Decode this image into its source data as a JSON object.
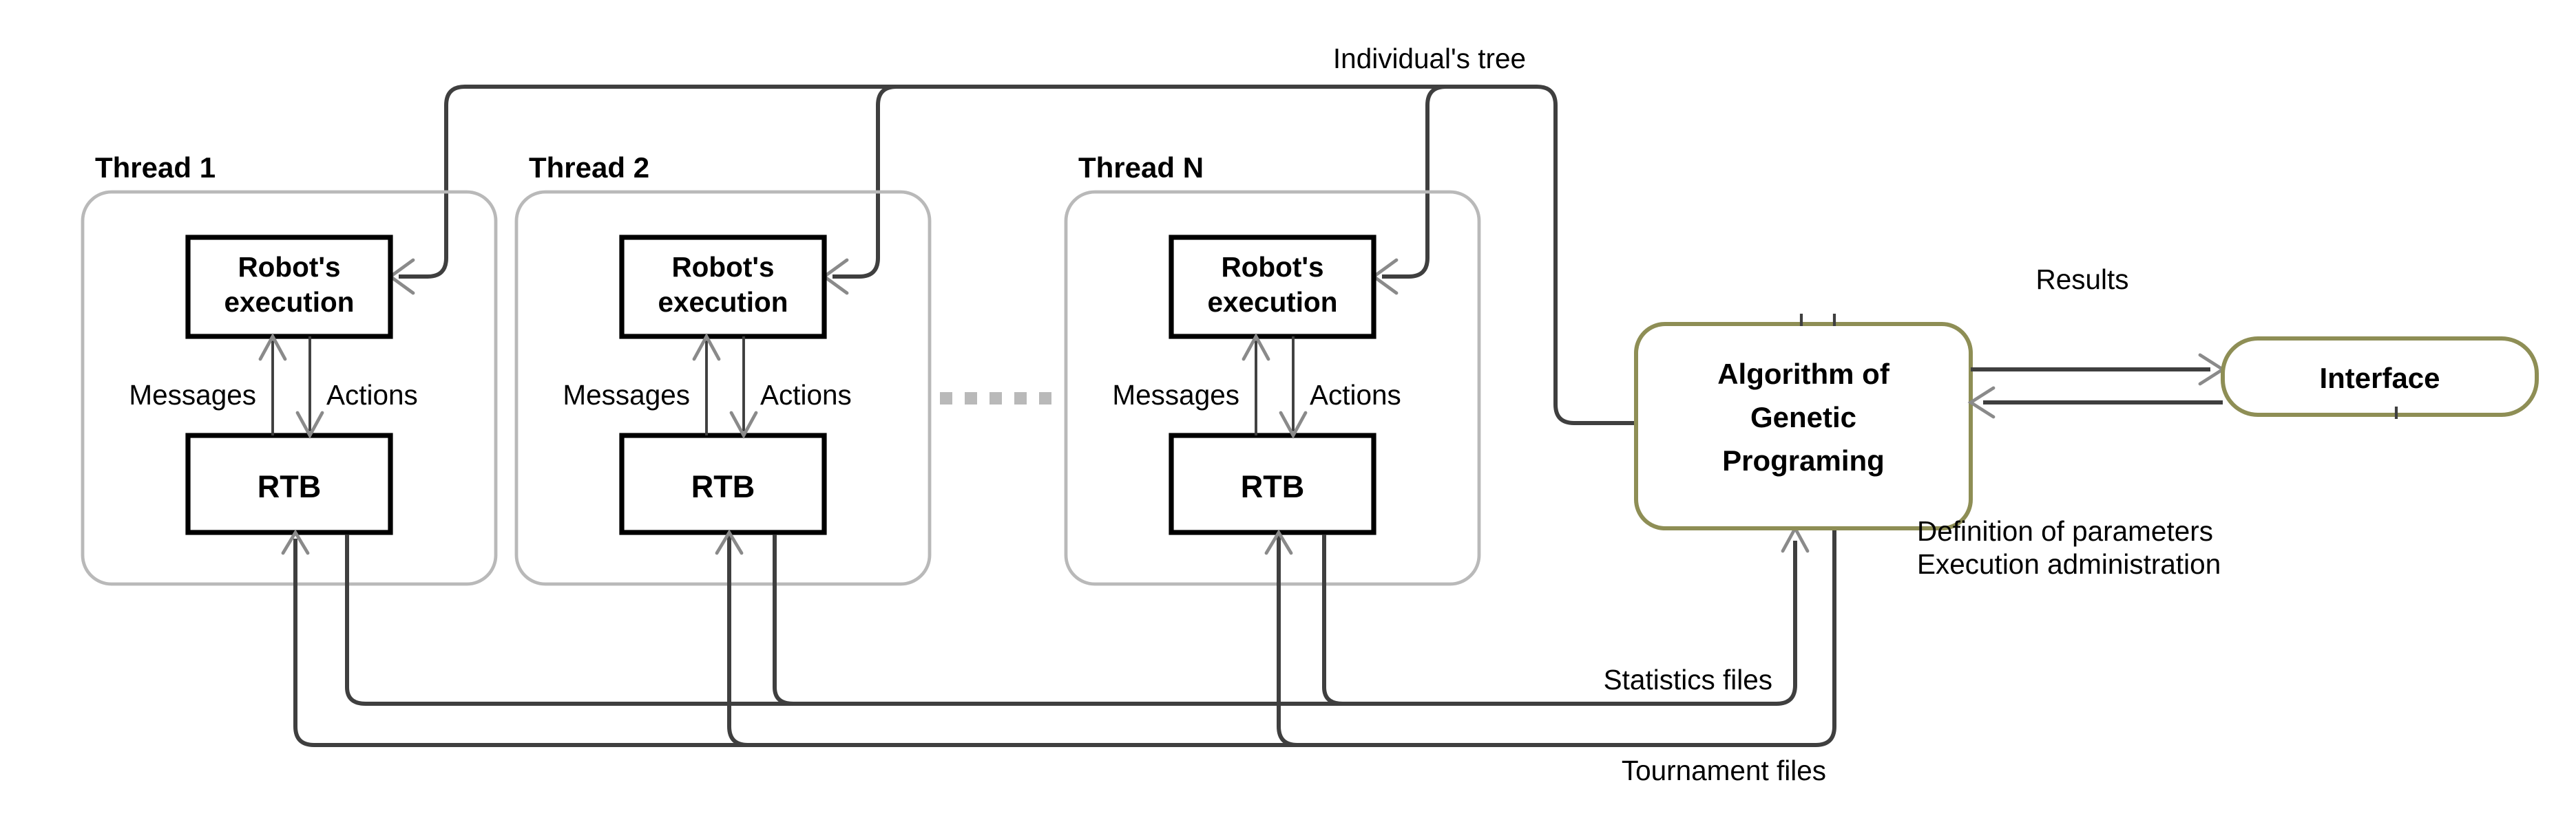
{
  "threads": [
    {
      "title": "Thread 1",
      "robot_line1": "Robot's",
      "robot_line2": "execution",
      "rtb_label": "RTB",
      "messages_label": "Messages",
      "actions_label": "Actions"
    },
    {
      "title": "Thread 2",
      "robot_line1": "Robot's",
      "robot_line2": "execution",
      "rtb_label": "RTB",
      "messages_label": "Messages",
      "actions_label": "Actions"
    },
    {
      "title": "Thread N",
      "robot_line1": "Robot's",
      "robot_line2": "execution",
      "rtb_label": "RTB",
      "messages_label": "Messages",
      "actions_label": "Actions"
    }
  ],
  "nodes": {
    "algorithm": {
      "line1": "Algorithm of",
      "line2": "Genetic",
      "line3": "Programing"
    },
    "interface_label": "Interface"
  },
  "edges": {
    "individuals_tree": "Individual's tree",
    "results": "Results",
    "statistics_files": "Statistics files",
    "tournament_files": "Tournament files",
    "definition_of_parameters": "Definition of parameters",
    "execution_administration": "Execution administration"
  },
  "colors": {
    "connector": "#3f3f3f",
    "arrowhead": "#8a8a8a",
    "node_accent_border": "#8e8e55",
    "thread_container_border": "#b9b9b9",
    "box_border": "#000000",
    "dots_color": "#b9b9b9",
    "background": "#ffffff"
  }
}
